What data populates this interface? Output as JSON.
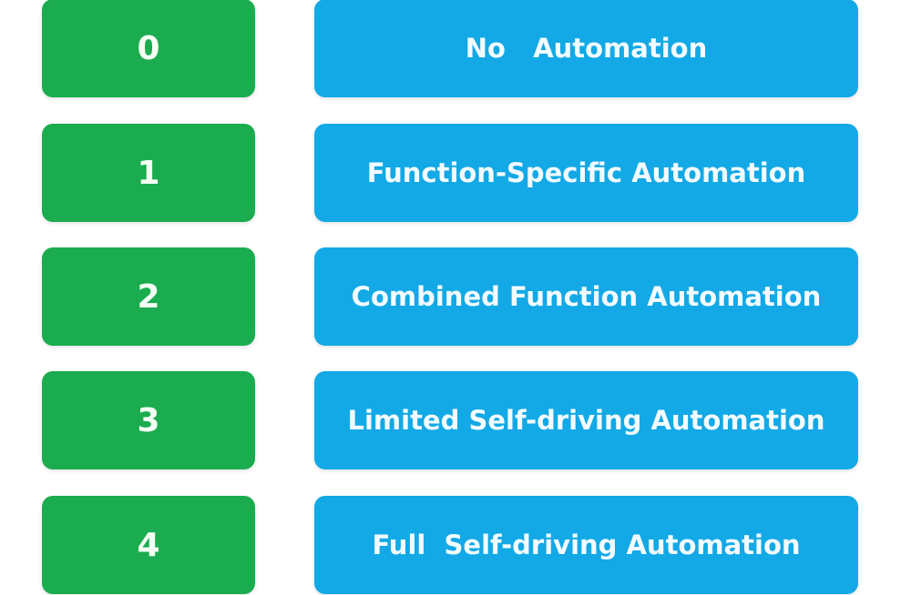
{
  "colors": {
    "level_box": "#1aac4e",
    "description_box": "#12a9e6"
  },
  "levels": [
    {
      "level": "0",
      "description": "No   Automation"
    },
    {
      "level": "1",
      "description": "Function-Specific Automation"
    },
    {
      "level": "2",
      "description": "Combined Function Automation"
    },
    {
      "level": "3",
      "description": "Limited Self-driving Automation"
    },
    {
      "level": "4",
      "description": "Full  Self-driving Automation"
    }
  ]
}
